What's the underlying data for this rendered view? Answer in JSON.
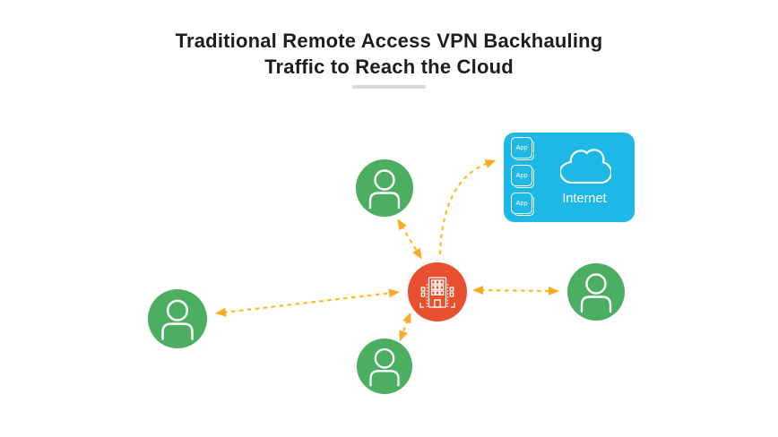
{
  "title": {
    "line1": "Traditional Remote Access VPN Backhauling",
    "line2": "Traffic to Reach the Cloud"
  },
  "internet": {
    "label": "Internet",
    "apps": [
      "App",
      "App",
      "App"
    ]
  },
  "colors": {
    "user_node": "#4bae60",
    "datacenter_node": "#e85130",
    "internet_box": "#1eb8e6",
    "arrow_dash": "#fbbc1c",
    "arrowhead": "#f8ac25",
    "title_text": "#1e1e1e",
    "divider": "#d8d8d8"
  },
  "diagram": {
    "type": "network-diagram",
    "nodes": [
      {
        "id": "remote-user-top",
        "type": "remote-user",
        "icon": "user-icon"
      },
      {
        "id": "remote-user-left",
        "type": "remote-user",
        "icon": "user-icon"
      },
      {
        "id": "remote-user-bottom",
        "type": "remote-user",
        "icon": "user-icon"
      },
      {
        "id": "remote-user-right",
        "type": "remote-user",
        "icon": "user-icon"
      },
      {
        "id": "datacenter-hub",
        "type": "vpn-hub",
        "icon": "office-building-icon"
      },
      {
        "id": "internet-cloud",
        "type": "cloud",
        "icon": "cloud-icon",
        "label": "Internet"
      }
    ],
    "edges": [
      {
        "from": "remote-user-left",
        "to": "datacenter-hub",
        "arrows": "both",
        "style": "dashed"
      },
      {
        "from": "remote-user-top",
        "to": "datacenter-hub",
        "arrows": "both",
        "style": "dashed"
      },
      {
        "from": "remote-user-bottom",
        "to": "datacenter-hub",
        "arrows": "both",
        "style": "dashed"
      },
      {
        "from": "remote-user-right",
        "to": "datacenter-hub",
        "arrows": "both",
        "style": "dashed"
      },
      {
        "from": "datacenter-hub",
        "to": "internet-cloud",
        "arrows": "end",
        "style": "dashed-curved"
      }
    ]
  }
}
